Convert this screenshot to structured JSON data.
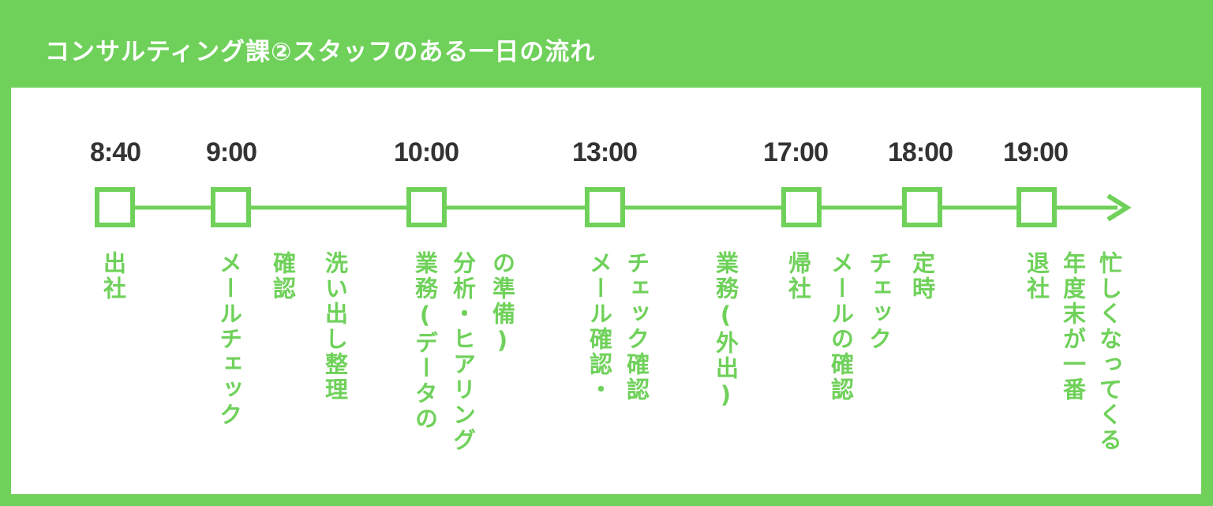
{
  "title": "コンサルティング課②スタッフのある一日の流れ",
  "colors": {
    "accent": "#6fd15a",
    "time_text": "#333333",
    "background": "#ffffff"
  },
  "timeline": {
    "times": [
      "8:40",
      "9:00",
      "10:00",
      "13:00",
      "17:00",
      "18:00",
      "19:00"
    ],
    "notes": [
      "出社",
      "メールチェック",
      "確認",
      "洗い出し整理",
      "業務(データの",
      "分析・ヒアリング",
      "の準備)",
      "メール確認・",
      "チェック確認",
      "業務(外出)",
      "帰社",
      "メールの確認",
      "チェック",
      "定時",
      "退社",
      "年度末が一番",
      "忙しくなってくる"
    ]
  }
}
